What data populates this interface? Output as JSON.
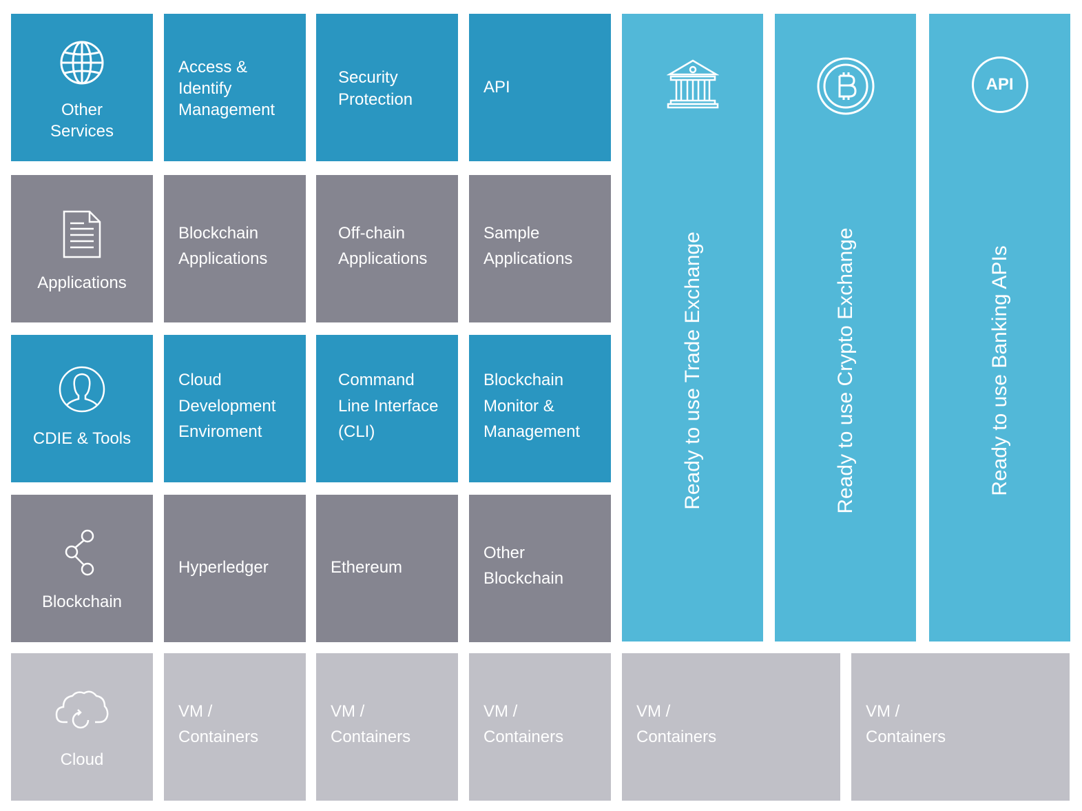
{
  "rows": {
    "other_services": {
      "label": "Other\nServices",
      "icon": "globe-icon",
      "cells": [
        "Access &\nIdentify\nManagement",
        "Security\nProtection",
        "API"
      ]
    },
    "applications": {
      "label": "Applications",
      "icon": "document-icon",
      "cells": [
        "Blockchain\nApplications",
        "Off-chain\nApplications",
        "Sample\nApplications"
      ]
    },
    "cdie_tools": {
      "label": "CDIE & Tools",
      "icon": "user-icon",
      "cells": [
        "Cloud\nDevelopment\nEnviroment",
        "Command\nLine Interface\n(CLI)",
        "Blockchain\nMonitor &\nManagement"
      ]
    },
    "blockchain": {
      "label": "Blockchain",
      "icon": "share-icon",
      "cells": [
        "Hyperledger",
        "Ethereum",
        "Other\nBlockchain"
      ]
    },
    "cloud": {
      "label": "Cloud",
      "icon": "cloud-icon",
      "cells": [
        "VM /\nContainers",
        "VM /\nContainers",
        "VM /\nContainers",
        "VM /\nContainers",
        "VM /\nContainers"
      ]
    }
  },
  "columns": [
    {
      "label": "Ready to use Trade Exchange",
      "icon": "bank-icon"
    },
    {
      "label": "Ready to use Crypto Exchange",
      "icon": "bitcoin-icon"
    },
    {
      "label": "Ready to use Banking APIs",
      "icon": "api-icon",
      "icon_text": "API"
    }
  ],
  "colors": {
    "blue": "#2a96c1",
    "gray": "#858590",
    "light_gray": "#c0c0c7",
    "sky": "#52b8d8"
  }
}
